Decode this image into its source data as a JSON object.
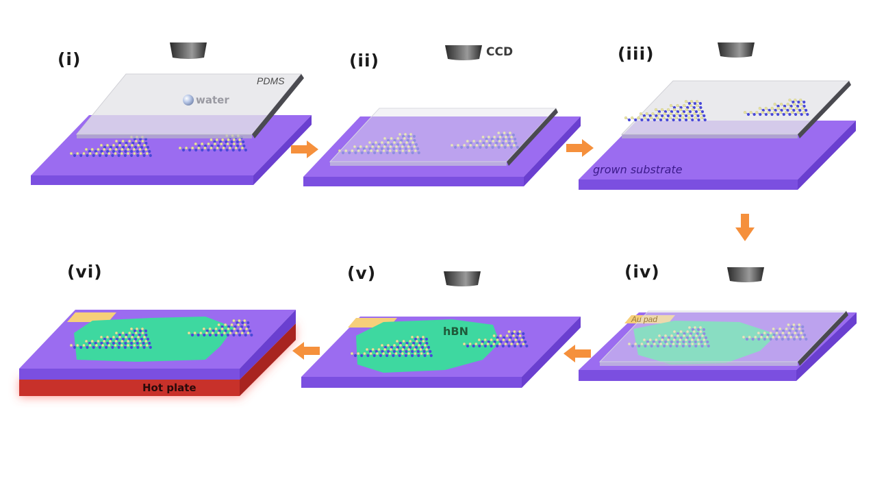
{
  "steps": [
    {
      "id": "i",
      "label": "(i)"
    },
    {
      "id": "ii",
      "label": "(ii)"
    },
    {
      "id": "iii",
      "label": "(iii)"
    },
    {
      "id": "iv",
      "label": "(iv)"
    },
    {
      "id": "v",
      "label": "(v)"
    },
    {
      "id": "vi",
      "label": "(vi)"
    }
  ],
  "labels": {
    "pdms": "PDMS",
    "water": "water",
    "ccd": "CCD",
    "grown_substrate": "grown substrate",
    "au_pad": "Au pad",
    "hbn": "hBN",
    "hot_plate": "Hot plate"
  },
  "colors": {
    "substrate_top": "#9b6cf0",
    "substrate_front": "#7b4fe0",
    "substrate_side": "#6a3fd0",
    "pdms": "#e6e6ea",
    "hbn": "#3ed8a0",
    "au_pad": "#f6cf7a",
    "hot_plate": "#c8312a",
    "arrow": "#f5903c",
    "atom_yellow": "#e8e4a0",
    "atom_blue": "#4848d8"
  }
}
